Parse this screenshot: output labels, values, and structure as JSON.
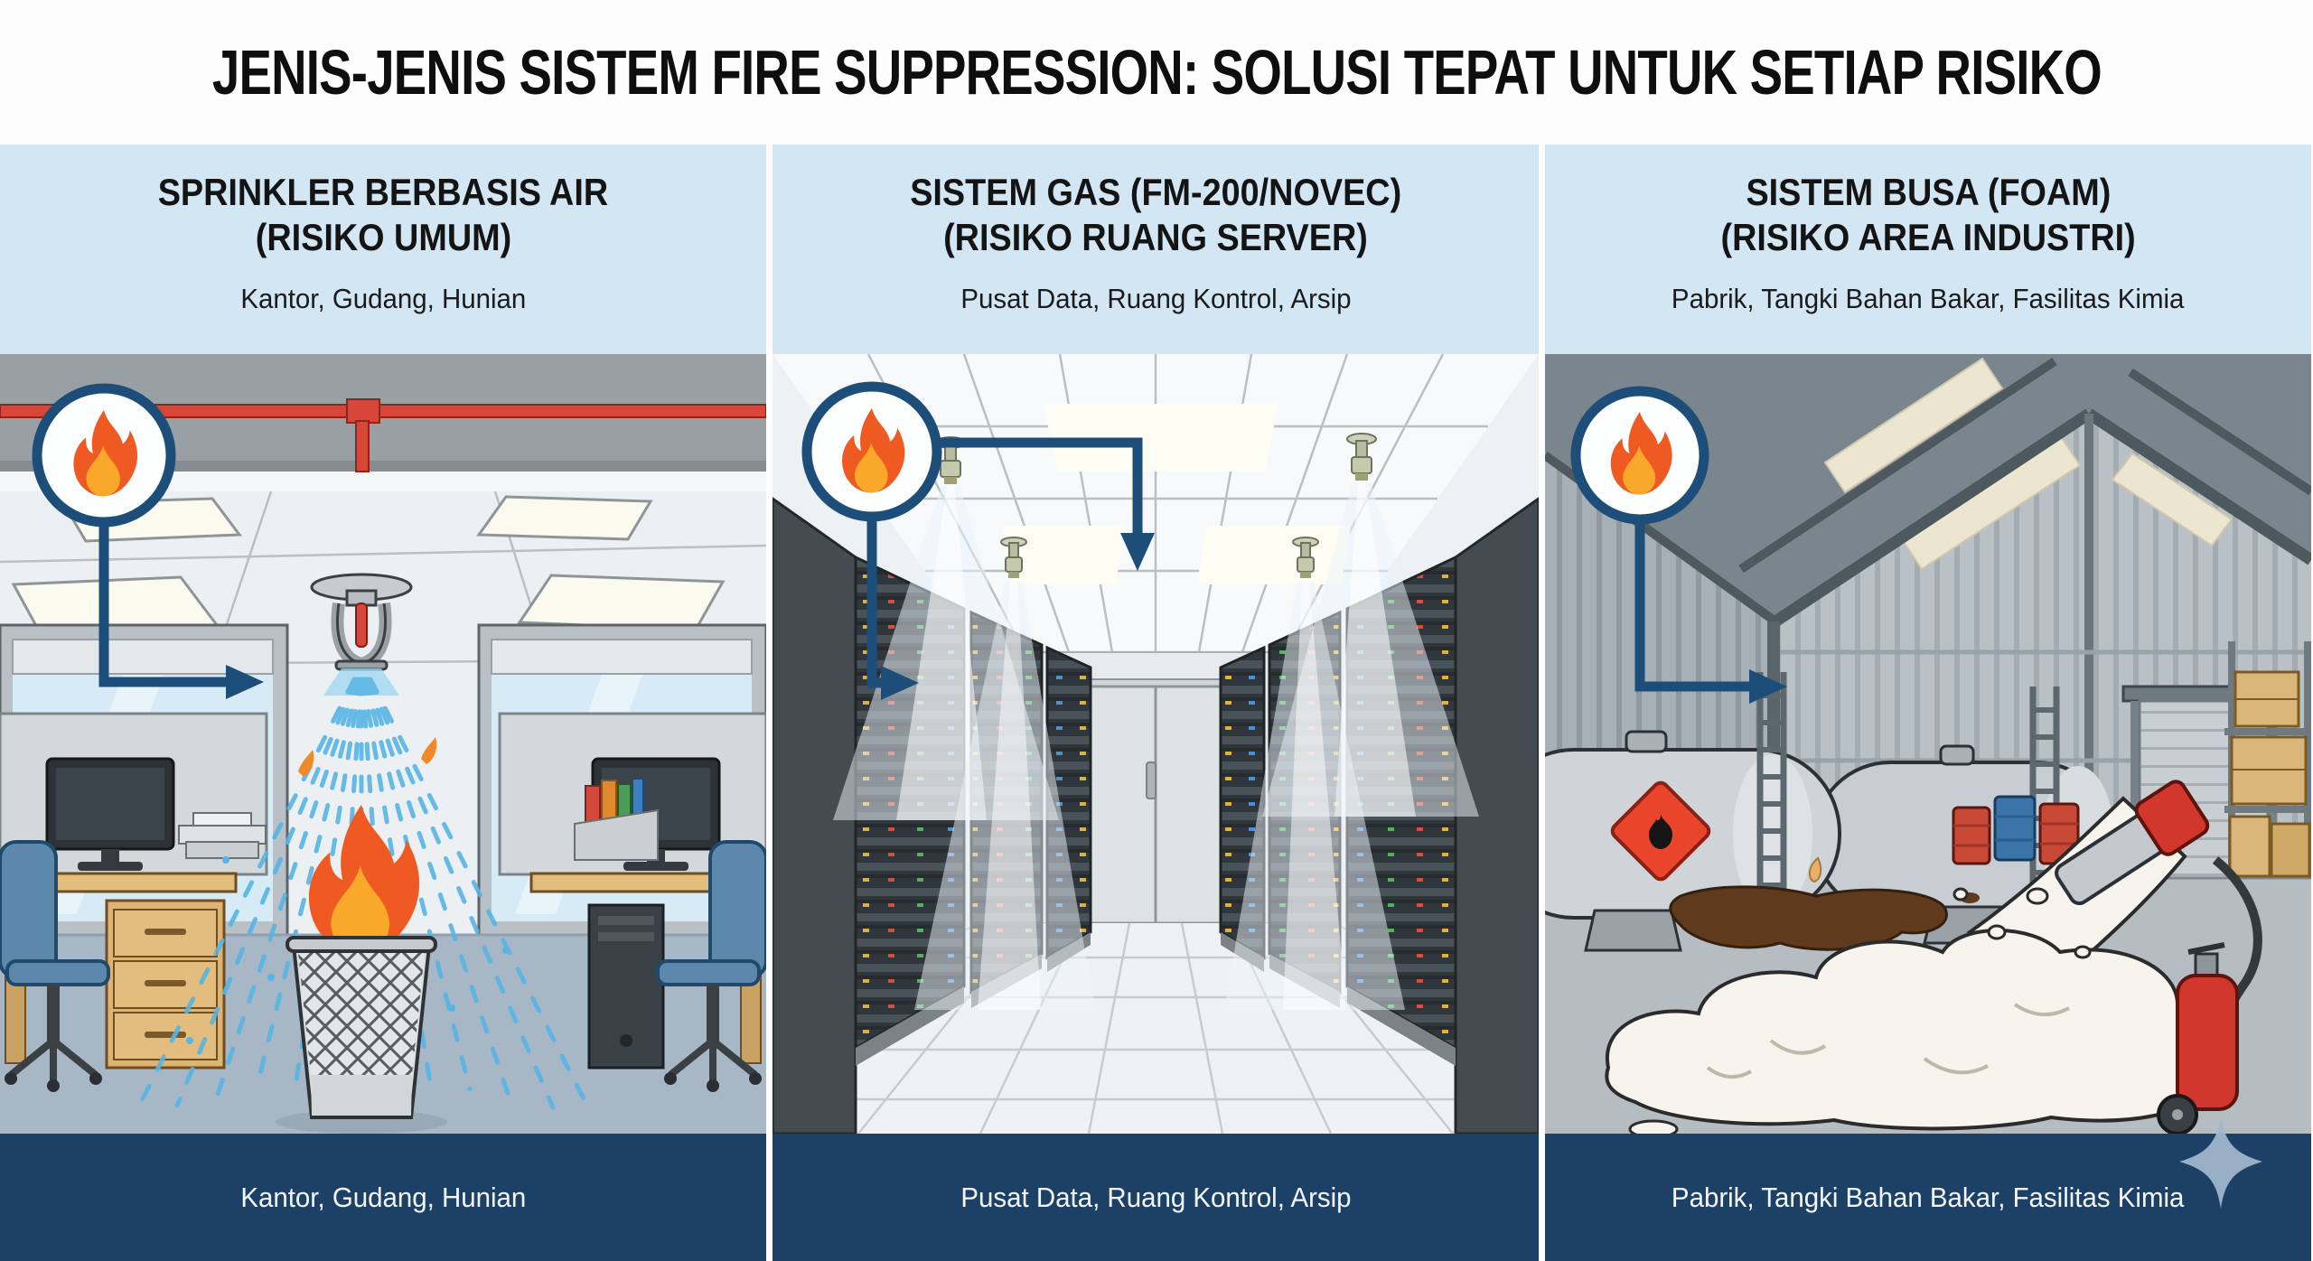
{
  "title": "JENIS-JENIS SISTEM FIRE SUPPRESSION: SOLUSI TEPAT UNTUK SETIAP RISIKO",
  "colors": {
    "header_bg": "#d2e6f3",
    "footer_bg": "#1d4166",
    "accent_navy": "#1d4e7a",
    "flame_orange": "#ef5a22",
    "flame_inner": "#f9a82a",
    "pipe_red": "#d8463a",
    "water_blue": "#57b5e5",
    "foam_white": "#f7f4ed"
  },
  "panels": [
    {
      "id": "sprinkler",
      "heading_line1": "SPRINKLER BERBASIS AIR",
      "heading_line2": "(RISIKO UMUM)",
      "subtitle": "Kantor, Gudang, Hunian",
      "footer": "Kantor, Gudang, Hunian",
      "icon": "flame-icon",
      "scene": "office with ceiling sprinkler spraying water on burning trash can"
    },
    {
      "id": "gas",
      "heading_line1": "SISTEM GAS (FM-200/NOVEC)",
      "heading_line2": "(RISIKO RUANG SERVER)",
      "subtitle": "Pusat Data, Ruang Kontrol, Arsip",
      "footer": "Pusat Data, Ruang Kontrol, Arsip",
      "icon": "flame-icon",
      "scene": "server room aisle with ceiling gas discharge nozzles"
    },
    {
      "id": "foam",
      "heading_line1": "SISTEM BUSA (FOAM)",
      "heading_line2": "(RISIKO AREA INDUSTRI)",
      "subtitle": "Pabrik, Tangki Bahan Bakar, Fasilitas Kimia",
      "footer": "Pabrik, Tangki Bahan Bakar, Fasilitas Kimia",
      "icon": "flame-icon",
      "scene": "industrial warehouse with fuel tanks, barrels and foam cannon discharging foam"
    }
  ]
}
